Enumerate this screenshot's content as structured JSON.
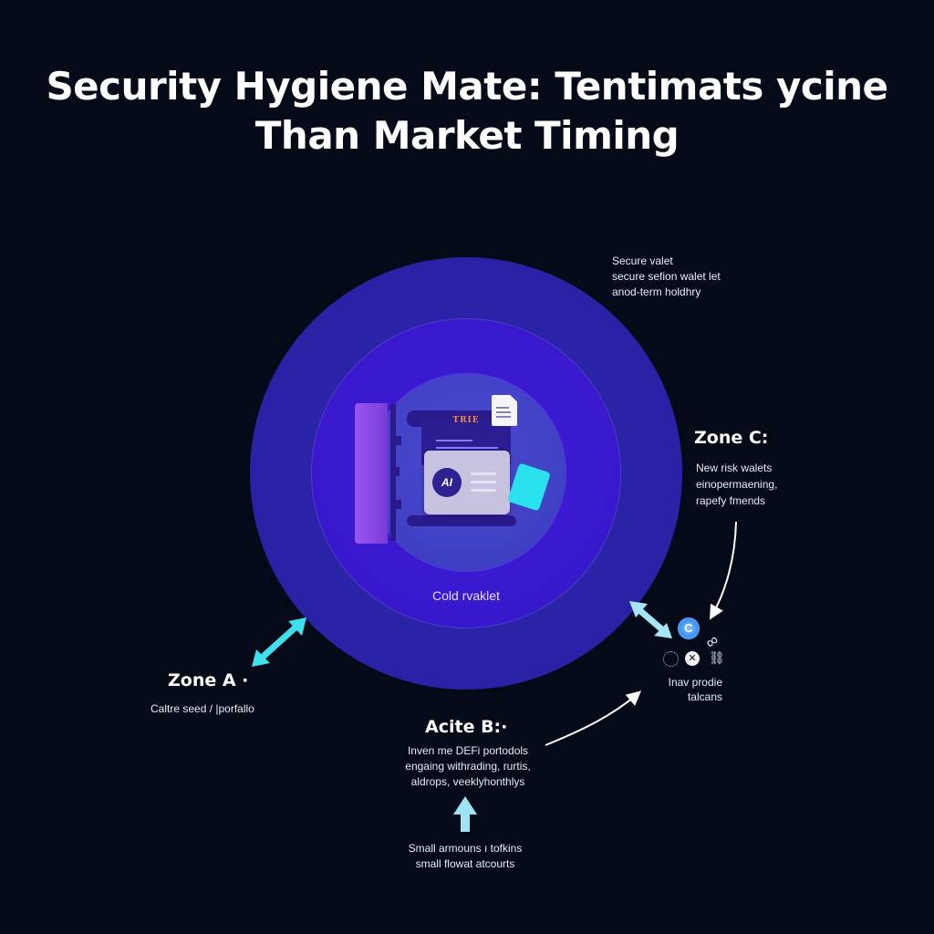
{
  "title": {
    "line1": "Security Hygiene Mate: Tentimats ycine",
    "line2": "Than Market Timing"
  },
  "rings": {
    "outer_color": "#2a22a6",
    "middle_color": "#3818cc",
    "inner_color": "#3f40c4"
  },
  "center": {
    "label": "Cold rvaklet",
    "document_label": "TRIE",
    "card_avatar": "AI",
    "illustration": "vault-with-document-and-card"
  },
  "outer_note": {
    "lines": [
      "Secure valet",
      "secure sefion walet let",
      "anod-term holdhry"
    ]
  },
  "zone_a": {
    "heading": "Zone A ·",
    "desc": "Caltre seed / |porfallo",
    "arrow_color": "#3fe0ee"
  },
  "zone_b": {
    "heading": "Acite B:·",
    "lines": [
      "Inven me DEFi portodols",
      "engaing withrading, rurtis,",
      "aldrops, veeklyhonthlys"
    ]
  },
  "zone_b_footer": {
    "lines": [
      "Small armouns ı tofkins",
      "small flowat atcourts"
    ],
    "arrow_color": "#9fe4f4"
  },
  "zone_c": {
    "heading": "Zone C:",
    "lines": [
      "New risk walets",
      "einopermaening,",
      "rapefy fmends"
    ]
  },
  "token_cluster": {
    "icons": [
      "coin-gear-icon",
      "infinity-icon",
      "brain-network-icon",
      "tools-circle-icon",
      "chain-link-icon"
    ],
    "label_lines": [
      "Inav prodie",
      "talcans"
    ],
    "arrow_color": "#a4e6f6"
  }
}
